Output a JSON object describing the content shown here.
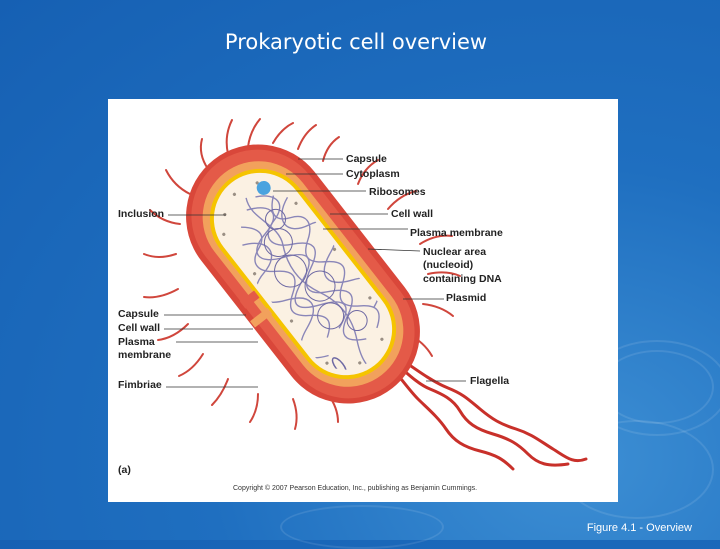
{
  "slide": {
    "title": "Prokaryotic cell overview",
    "caption": "Figure 4.1 - Overview"
  },
  "figure": {
    "panel_label": "(a)",
    "copyright": "Copyright © 2007 Pearson Education, Inc., publishing as Benjamin Cummings.",
    "labels": {
      "capsule_right": "Capsule",
      "cytoplasm": "Cytoplasm",
      "ribosomes": "Ribosomes",
      "inclusion": "Inclusion",
      "cell_wall_right": "Cell wall",
      "plasma_membrane_right": "Plasma membrane",
      "nuclear_area": "Nuclear area",
      "nucleoid": "(nucleoid)",
      "containing_dna": "containing DNA",
      "plasmid": "Plasmid",
      "capsule_left": "Capsule",
      "cell_wall_left": "Cell wall",
      "plasma_left_1": "Plasma",
      "plasma_left_2": "membrane",
      "fimbriae": "Fimbriae",
      "flagella": "Flagella"
    }
  },
  "colors": {
    "background": "#1f6fc0",
    "capsule": "#d9473a",
    "cell_wall": "#f2a15c",
    "plasma_membrane": "#f5c400",
    "cytoplasm": "#fbf1e3",
    "dna": "#8a86b8",
    "inclusion": "#4aa3df"
  }
}
